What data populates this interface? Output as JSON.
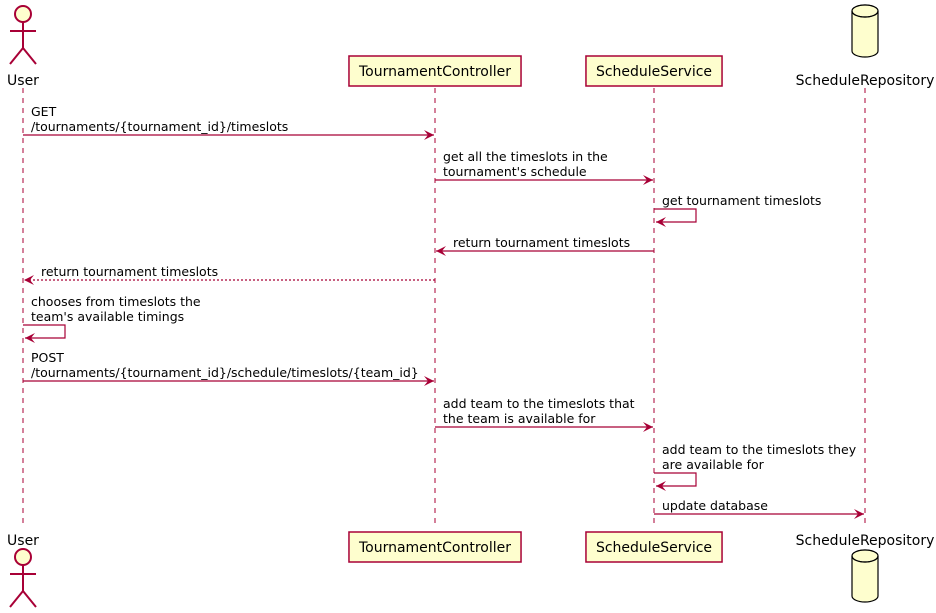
{
  "colors": {
    "accent": "#A80036",
    "participant_fill": "#FEFECE",
    "lifeline": "#A80036"
  },
  "participants": [
    {
      "id": "user",
      "name": "User",
      "kind": "actor"
    },
    {
      "id": "tc",
      "name": "TournamentController",
      "kind": "participant"
    },
    {
      "id": "ss",
      "name": "ScheduleService",
      "kind": "participant"
    },
    {
      "id": "sr",
      "name": "ScheduleRepository",
      "kind": "database"
    }
  ],
  "messages": [
    {
      "from": "user",
      "to": "tc",
      "style": "solid",
      "lines": [
        "GET",
        "/tournaments/{tournament_id}/timeslots"
      ]
    },
    {
      "from": "tc",
      "to": "ss",
      "style": "solid",
      "lines": [
        "get all the timeslots in the",
        "tournament's schedule"
      ]
    },
    {
      "from": "ss",
      "to": "ss",
      "style": "self",
      "lines": [
        "get tournament timeslots"
      ]
    },
    {
      "from": "ss",
      "to": "tc",
      "style": "solid",
      "lines": [
        "return tournament timeslots"
      ]
    },
    {
      "from": "tc",
      "to": "user",
      "style": "dashed",
      "lines": [
        "return tournament timeslots"
      ]
    },
    {
      "from": "user",
      "to": "user",
      "style": "self",
      "lines": [
        "chooses from timeslots the",
        "team's available timings"
      ]
    },
    {
      "from": "user",
      "to": "tc",
      "style": "solid",
      "lines": [
        "POST",
        "/tournaments/{tournament_id}/schedule/timeslots/{team_id}"
      ]
    },
    {
      "from": "tc",
      "to": "ss",
      "style": "solid",
      "lines": [
        "add team to the timeslots that",
        "the team is available for"
      ]
    },
    {
      "from": "ss",
      "to": "ss",
      "style": "self",
      "lines": [
        "add team to the timeslots they",
        "are available for"
      ]
    },
    {
      "from": "ss",
      "to": "sr",
      "style": "solid",
      "lines": [
        "update database"
      ]
    }
  ]
}
